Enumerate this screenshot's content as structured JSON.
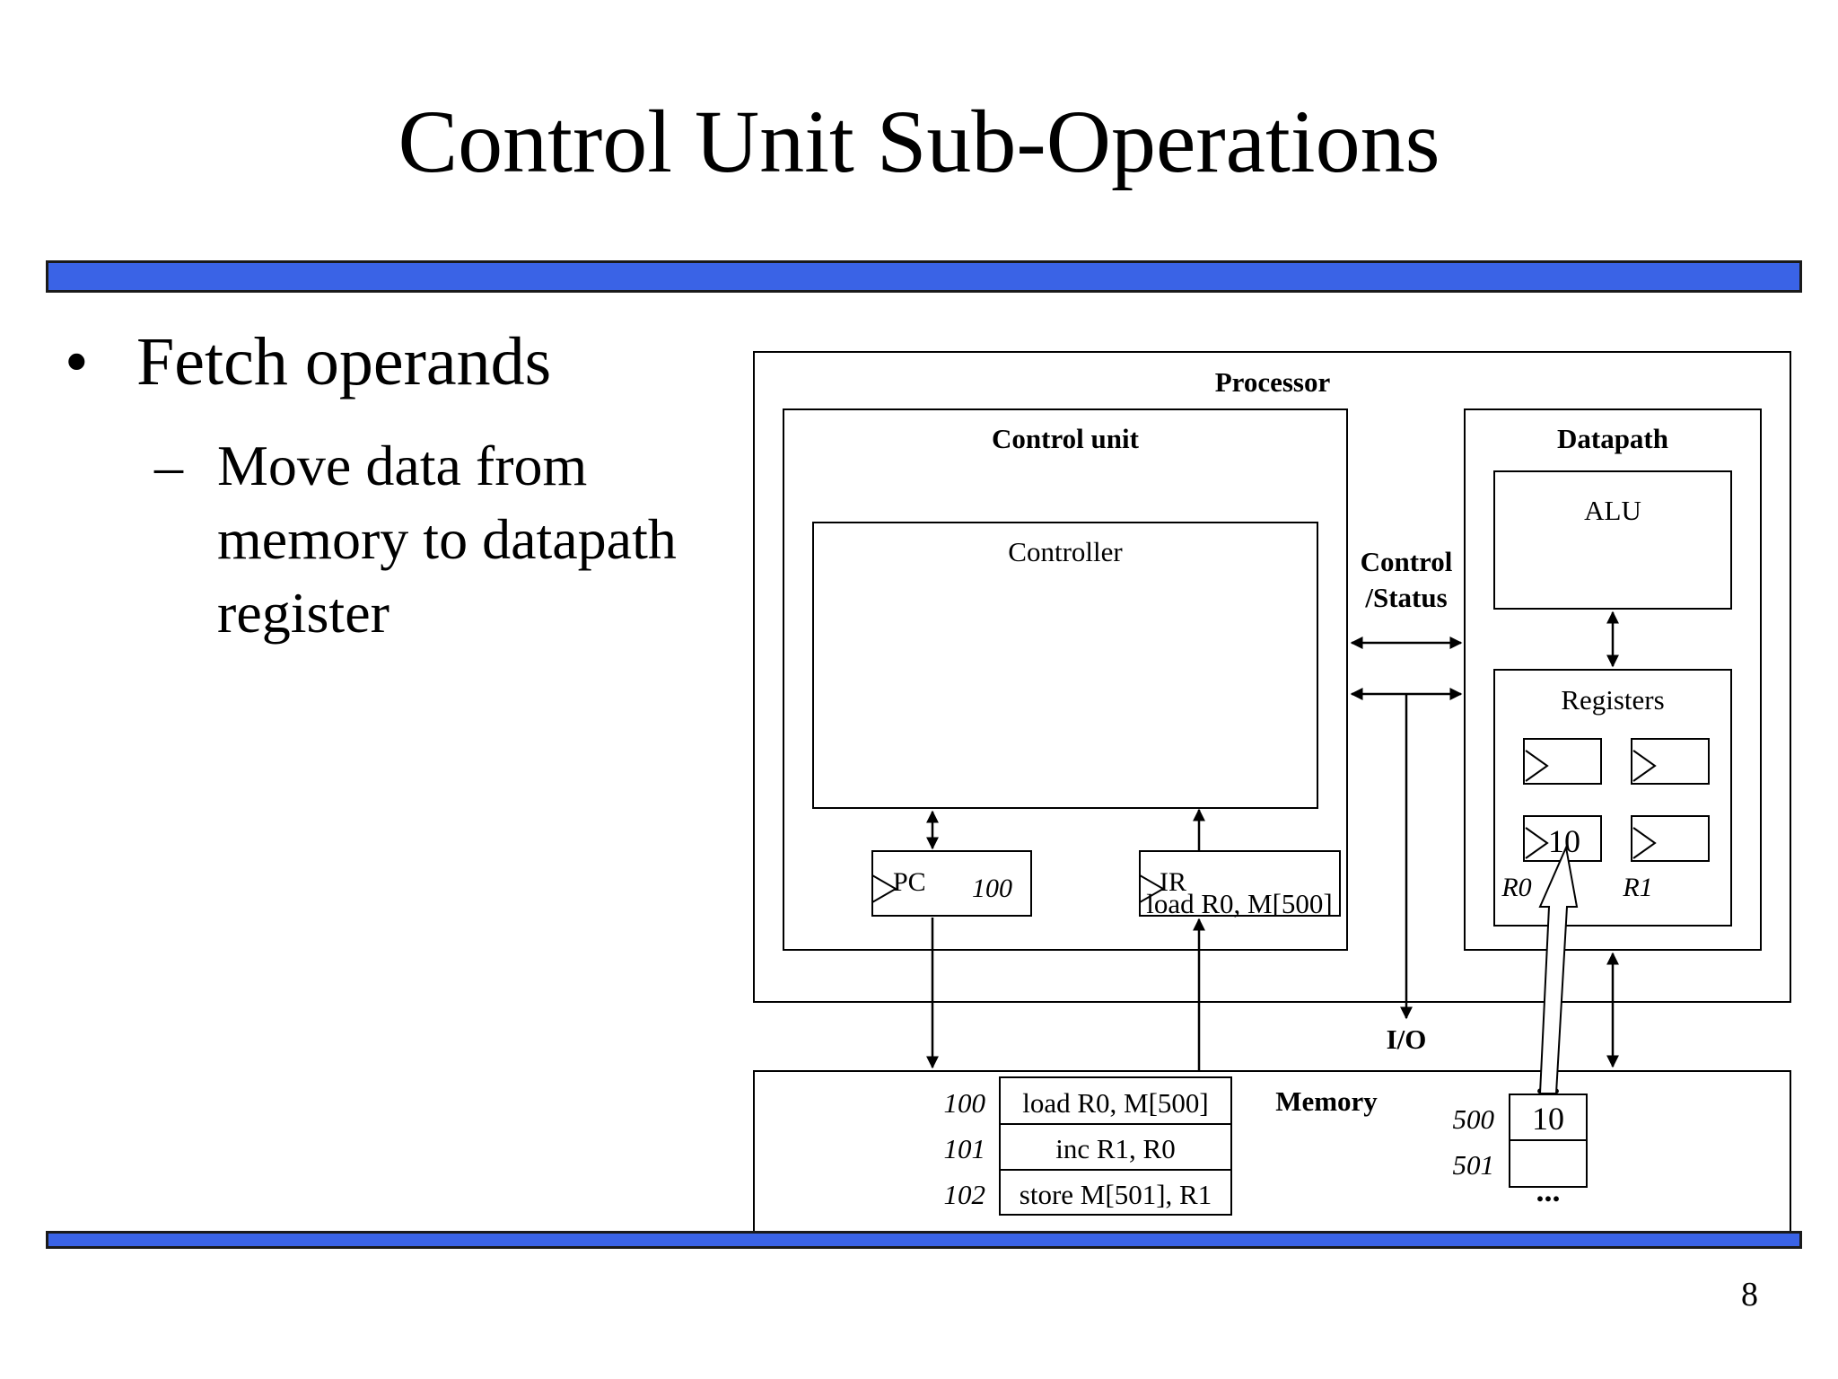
{
  "slide": {
    "title": "Control Unit Sub-Operations",
    "bullet_symbol": "•",
    "bullet": "Fetch operands",
    "sub_dash": "–",
    "sub_lines": [
      "Move data from",
      "memory to datapath",
      "register"
    ],
    "page_number": "8"
  },
  "diagram": {
    "processor_label": "Processor",
    "control_unit_label": "Control unit",
    "controller_label": "Controller",
    "datapath_label": "Datapath",
    "alu_label": "ALU",
    "registers_label": "Registers",
    "control_status_label_1": "Control",
    "control_status_label_2": "/Status",
    "pc_label": "PC",
    "pc_value": "100",
    "ir_label": "IR",
    "ir_value": "load R0, M[500]",
    "r0_value": "10",
    "r0_label": "R0",
    "r1_label": "R1",
    "io_label": "I/O",
    "memory_label": "Memory",
    "program": [
      {
        "address": "100",
        "instruction": "load R0, M[500]"
      },
      {
        "address": "101",
        "instruction": "inc R1, R0"
      },
      {
        "address": "102",
        "instruction": "store M[501], R1"
      }
    ],
    "data_memory": [
      {
        "address": "500",
        "value": "10"
      },
      {
        "address": "501",
        "value": ""
      }
    ],
    "ellipsis": "..."
  },
  "colors": {
    "accent_bar": "#3a63e6"
  }
}
